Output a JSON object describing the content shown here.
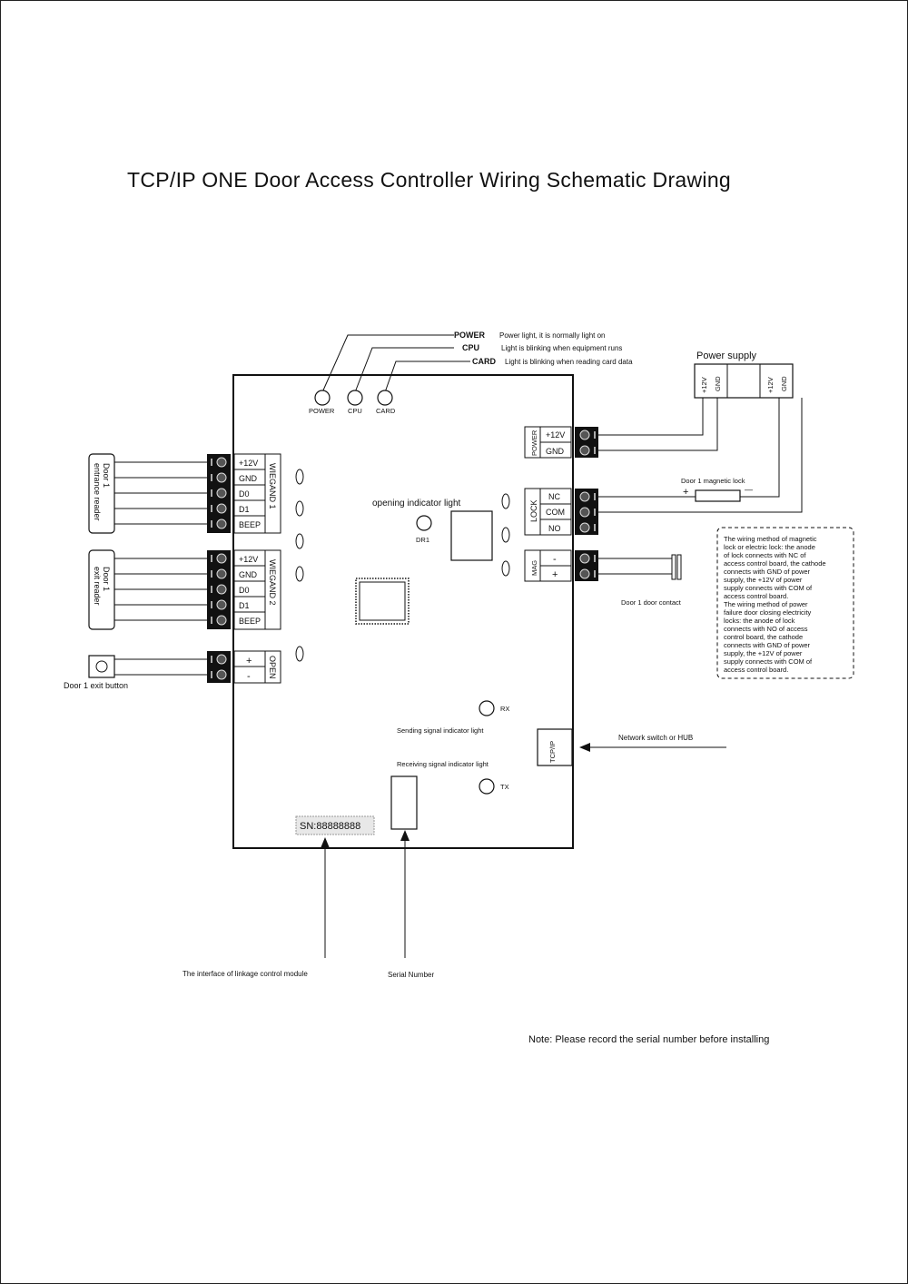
{
  "title": "TCP/IP  ONE Door Access Controller Wiring Schematic Drawing",
  "leds_top": {
    "power": {
      "name": "POWER",
      "desc": "Power light, it is normally light on",
      "label": "POWER"
    },
    "cpu": {
      "name": "CPU",
      "desc": "Light is blinking when equipment runs",
      "label": "CPU"
    },
    "card": {
      "name": "CARD",
      "desc": "Light is blinking when reading card data",
      "label": "CARD"
    }
  },
  "power_supply": {
    "title": "Power supply",
    "terminals": [
      "+12V",
      "GND",
      "+12V",
      "GND"
    ]
  },
  "wiegand1": {
    "name": "WIEGAND 1",
    "pins": [
      "+12V",
      "GND",
      "D0",
      "D1",
      "BEEP"
    ],
    "reader_line1": "Door 1",
    "reader_line2": "entrance reader"
  },
  "wiegand2": {
    "name": "WIEGAND 2",
    "pins": [
      "+12V",
      "GND",
      "D0",
      "D1",
      "BEEP"
    ],
    "reader_line1": "Door 1",
    "reader_line2": "exit reader"
  },
  "open_block": {
    "name": "OPEN",
    "pins": [
      "+",
      "-"
    ],
    "button_label": "Door 1 exit button"
  },
  "power_block": {
    "name": "POWER",
    "pins": [
      "+12V",
      "GND"
    ]
  },
  "lock_block": {
    "name": "LOCK",
    "pins": [
      "NC",
      "COM",
      "NO"
    ],
    "lock_label": "Door 1 magnetic lock",
    "plus": "+",
    "minus": "—"
  },
  "mag_block": {
    "name": "MAG",
    "pins": [
      "-",
      "+"
    ],
    "contact_label": "Door 1 door contact"
  },
  "opening_indicator": {
    "label": "opening indicator light",
    "name": "DR1"
  },
  "rx": {
    "label": "RX",
    "desc": "Sending signal indicator light"
  },
  "tx": {
    "label": "TX",
    "desc": "Receiving signal indicator light"
  },
  "tcpip": {
    "label": "TCP/IP",
    "desc": "Network switch or HUB"
  },
  "sn": {
    "text": "SN:88888888"
  },
  "note_box": {
    "lines": [
      "The wiring method of magnetic",
      "lock or electric lock: the anode",
      "of lock connects with NC of",
      "access control board, the cathode",
      " connects with GND of power",
      "supply, the +12V of power",
      "supply connects with COM of",
      "access control board.",
      "The wiring method of power",
      "failure door closing electricity",
      "locks: the anode of lock",
      "connects with NO of access",
      "control board, the cathode",
      "connects with GND of power",
      "supply, the +12V of power",
      "supply connects with COM of",
      "access control board."
    ]
  },
  "bottom_labels": {
    "linkage": "The interface of linkage control module",
    "serial": "Serial Number"
  },
  "note": "Note: Please record the serial number before installing"
}
